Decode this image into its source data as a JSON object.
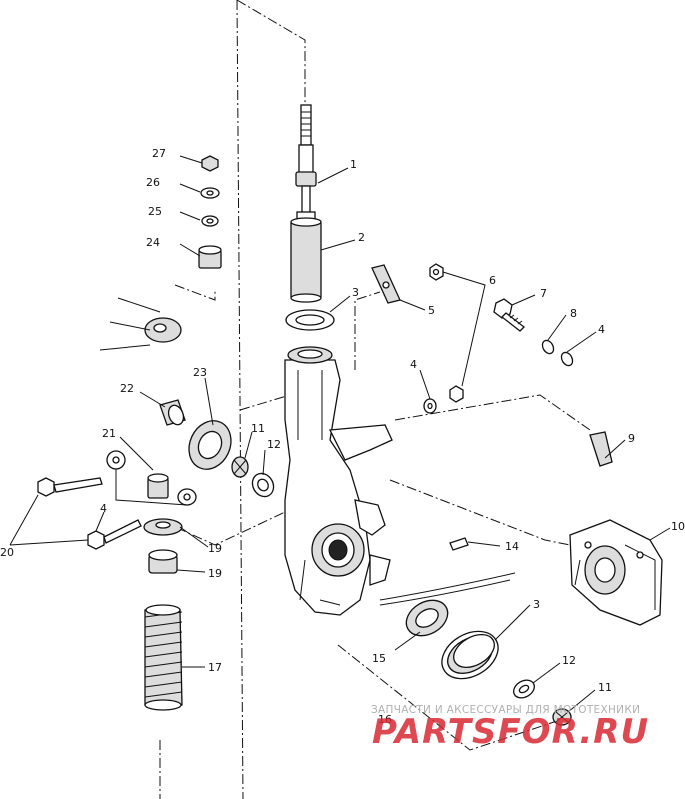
{
  "callouts": [
    {
      "id": "p1",
      "text": "1"
    },
    {
      "id": "p2",
      "text": "2"
    },
    {
      "id": "p3a",
      "text": "3"
    },
    {
      "id": "p5",
      "text": "5"
    },
    {
      "id": "p6",
      "text": "6"
    },
    {
      "id": "p7",
      "text": "7"
    },
    {
      "id": "p8",
      "text": "8"
    },
    {
      "id": "p4a",
      "text": "4"
    },
    {
      "id": "p4b",
      "text": "4"
    },
    {
      "id": "p9",
      "text": "9"
    },
    {
      "id": "p10",
      "text": "10"
    },
    {
      "id": "p11a",
      "text": "11"
    },
    {
      "id": "p12a",
      "text": "12"
    },
    {
      "id": "p14",
      "text": "14"
    },
    {
      "id": "p3b",
      "text": "3"
    },
    {
      "id": "p15",
      "text": "15"
    },
    {
      "id": "p12b",
      "text": "12"
    },
    {
      "id": "p11b",
      "text": "11"
    },
    {
      "id": "p16",
      "text": "16"
    },
    {
      "id": "p27",
      "text": "27"
    },
    {
      "id": "p26",
      "text": "26"
    },
    {
      "id": "p25",
      "text": "25"
    },
    {
      "id": "p24",
      "text": "24"
    },
    {
      "id": "p23",
      "text": "23"
    },
    {
      "id": "p22",
      "text": "22"
    },
    {
      "id": "p21",
      "text": "21"
    },
    {
      "id": "p20",
      "text": "20"
    },
    {
      "id": "p4c",
      "text": "4"
    },
    {
      "id": "p19a",
      "text": "19"
    },
    {
      "id": "p19b",
      "text": "19"
    },
    {
      "id": "p17",
      "text": "17"
    }
  ],
  "watermark": {
    "subtitle": "ЗАПЧАСТИ И АКСЕССУАРЫ ДЛЯ МОТОТЕХНИКИ",
    "brand": "PARTSFOR.RU"
  }
}
